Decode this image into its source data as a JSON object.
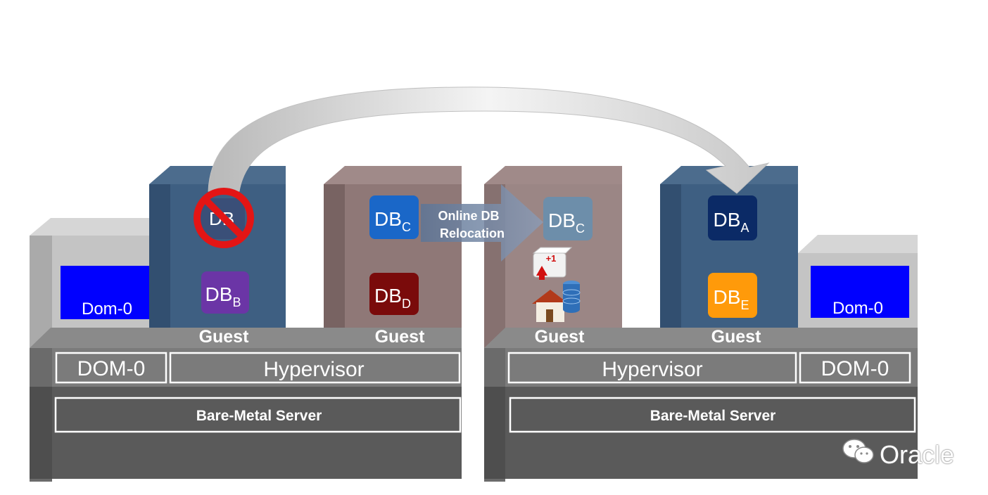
{
  "colors": {
    "blue_guest": "#3e5f82",
    "taupe_guest": "#8f7877",
    "dom0_screen": "#0000ff",
    "db_a": "#0b2a66",
    "db_b": "#6b35a6",
    "db_c": "#1a67c8",
    "db_c_ghost": "#6d8eaa",
    "db_d": "#7a0b0b",
    "db_e": "#ff9a0a",
    "base_gray": "#5a5a5a"
  },
  "left_server": {
    "dom0_screen": "Dom-0",
    "dom0_bar": "DOM-0",
    "hypervisor": "Hypervisor",
    "bare_metal": "Bare-Metal Server",
    "guest1": {
      "label": "Guest",
      "db_top": "DB",
      "db_bottom": {
        "main": "DB",
        "sub": "B"
      }
    },
    "guest2": {
      "label": "Guest",
      "db_top": {
        "main": "DB",
        "sub": "C"
      },
      "db_bottom": {
        "main": "DB",
        "sub": "D"
      }
    }
  },
  "right_server": {
    "dom0_screen": "Dom-0",
    "dom0_bar": "DOM-0",
    "hypervisor": "Hypervisor",
    "bare_metal": "Bare-Metal Server",
    "guest1": {
      "label": "Guest",
      "db_top": {
        "main": "DB",
        "sub": "C"
      },
      "badge": "+1"
    },
    "guest2": {
      "label": "Guest",
      "db_top": {
        "main": "DB",
        "sub": "A"
      },
      "db_bottom": {
        "main": "DB",
        "sub": "E"
      }
    }
  },
  "relocation_arrow": {
    "line1": "Online DB",
    "line2": "Relocation"
  },
  "watermark": {
    "text": "Oracle",
    "icon": "wechat-icon"
  }
}
